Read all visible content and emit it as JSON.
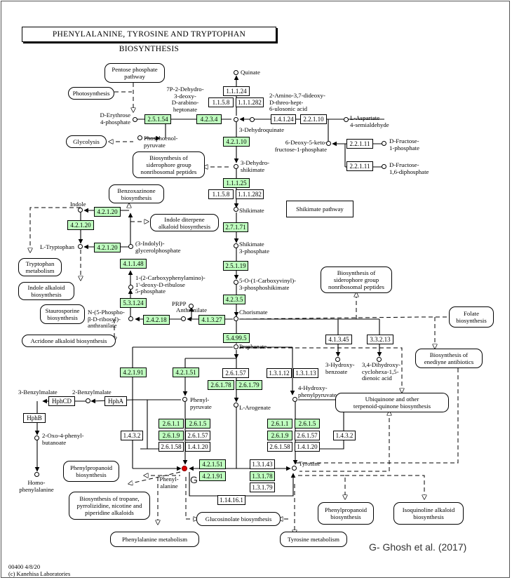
{
  "title": "PHENYLALANINE, TYROSINE AND TRYPTOPHAN BIOSYNTHESIS",
  "credit": "G- Ghosh et al. (2017)",
  "marker_label": "G",
  "footer": {
    "map_id": "00400 4/8/20",
    "copyright": "(c) Kanehisa Laboratories"
  },
  "colors": {
    "enzyme_fill": "#bfffbf",
    "highlight": "#e00000",
    "line": "#000000"
  },
  "enzymes": {
    "e25154": "2.5.1.54",
    "e4234": "4.2.3.4",
    "e42110": "4.2.1.10",
    "e11124": "1.1.1.24",
    "e1158a": "1.1.5.8",
    "e111282a": "1.1.1.282",
    "e14124": "1.4.1.24",
    "e22110": "2.2.1.10",
    "e22111a": "2.2.1.11",
    "e22111b": "2.2.1.11",
    "e11125": "1.1.1.25",
    "e1158b": "1.1.5.8",
    "e111282b": "1.1.1.282",
    "e27171": "2.7.1.71",
    "e25119": "2.5.1.19",
    "e4235": "4.2.3.5",
    "e42120a": "4.2.1.20",
    "e42120b": "4.2.1.20",
    "e42120c": "4.2.1.20",
    "e41148": "4.1.1.48",
    "e53124": "5.3.1.24",
    "e24218": "2.4.2.18",
    "e41327": "4.1.3.27",
    "e54995": "5.4.99.5",
    "e41345": "4.1.3.45",
    "e33213": "3.3.2.13",
    "e42191a": "4.2.1.91",
    "e42151a": "4.2.1.51",
    "e26157a": "2.6.1.57",
    "e13112": "1.3.1.12",
    "e13113": "1.3.1.13",
    "e26178a": "2.6.1.78",
    "e26179": "2.6.1.79",
    "e2611a": "2.6.1.1",
    "e2615a": "2.6.1.5",
    "e2619a": "2.6.1.9",
    "e26157b": "2.6.1.57",
    "e26158a": "2.6.1.58",
    "e14120a": "1.4.1.20",
    "e2611b": "2.6.1.1",
    "e2615b": "2.6.1.5",
    "e2619b": "2.6.1.9",
    "e26157c": "2.6.1.57",
    "e26158b": "2.6.1.58",
    "e14120b": "1.4.1.20",
    "e1432a": "1.4.3.2",
    "e1432b": "1.4.3.2",
    "e42151b": "4.2.1.51",
    "e42191b": "4.2.1.91",
    "e13143": "1.3.1.43",
    "e13178": "1.3.1.78",
    "e13179": "1.3.1.79",
    "e114161": "1.14.16.1",
    "hphcd": "HphCD",
    "hpha": "HphA",
    "hphb": "HphB"
  },
  "maps": {
    "pentose": "Pentose phosphate\npathway",
    "photo": "Photosynthesis",
    "glyco": "Glycolysis",
    "siderophore1": "Biosynthesis of\nsiderophore group\nnonribosomal peptides",
    "benzox": "Benzoxazinone\nbiosynthesis",
    "indoleditp": "Indole diterpene\nalkaloid biosynthesis",
    "trpmet": "Tryptophan\nmetabolism",
    "indolealk": "Indole alkaloid\nbiosynthesis",
    "stauro": "Staurosporine\nbiosynthesis",
    "acridone": "Acridone alkaloid biosynthesis",
    "siderophore2": "Biosynthesis of\nsiderophore group\nnonribosomal peptides",
    "folate": "Folate\nbiosynthesis",
    "enediyne": "Biosynthesis of\nenediyne antibiotics",
    "ubiquinone": "Ubiquinone and other\nterpenoid-quinone biosynthesis",
    "phenylprop1": "Phenylpropanoid\nbiosynthesis",
    "tropane": "Biosynthesis of tropane,\npyrrolizidine, nicotine and\npiperidine alkaloids",
    "glucosinolate": "Glucosinolate biosynthesis",
    "phemet": "Phenylalanine metabolism",
    "tyrmet": "Tyrosine metabolism",
    "phenylprop2": "Phenylpropanoid\nbiosynthesis",
    "isoquin": "Isoquinoline alkaloid\nbiosynthesis",
    "shikimate": "Shikimate pathway"
  },
  "compounds": {
    "quinate": "Quinate",
    "dahp": "7P-2-Dehydro-\n3-deoxy-\nD-arabino-\nheptonate",
    "amino37": "2-Amino-3,7-dideoxy-\nD-threo-hept-\n6-ulosonic acid",
    "erythrose": "D-Erythrose\n4-phosphate",
    "pep": "Phosphoenol-\npyruvate",
    "dhq": "3-Dehydroquinate",
    "aspsemi": "L-Aspartate\n4-semialdehyde",
    "fru1p": "D-Fructose-\n1-phosphate",
    "deoxyketo": "6-Deoxy-5-keto-\nfructose-1-phosphate",
    "fru16": "D-Fructose-\n1,6-diphosphate",
    "dhs": "3-Dehydro-\nshikimate",
    "shikimate": "Shikimate",
    "s3p": "Shikimate\n3-phosphate",
    "epsp": "5-O-(1-Carboxyvinyl)-\n3-phosphoshikimate",
    "chorismate": "Chorismate",
    "indole": "Indole",
    "trp": "L-Tryptophan",
    "igp": "(3-Indolyl)-\nglycerolphosphate",
    "cdrp": "1-(2-Carboxyphenylamino)-\n1'-deoxy-D-ribulose\n5-phosphate",
    "prpp": "PRPP",
    "anthranilate": "Anthranilate",
    "nprpa": "N-(5-Phospho-\nβ-D-ribosyl)-\nanthranilate",
    "prephenate": "Prephenate",
    "hba": "3-Hydroxy-\nbenzoate",
    "dhcd": "3,4-Dihydroxy-\ncyclohexa-1,5-\ndienoic acid",
    "benzylmalate3": "3-Benzylmalate",
    "benzylmalate2": "2-Benzylmalate",
    "oxophenyl": "2-Oxo-4-phenyl-\nbutanoate",
    "homophe": "Homo-\nphenylalanine",
    "phenylpyruvate": "Phenyl-\npyruvate",
    "arogenate": "L-Arogenate",
    "hpp": "4-Hydroxy-\nphenylpyruvate",
    "phe": "Phenyl-\nalanine",
    "tyr": "Tyrosine"
  }
}
